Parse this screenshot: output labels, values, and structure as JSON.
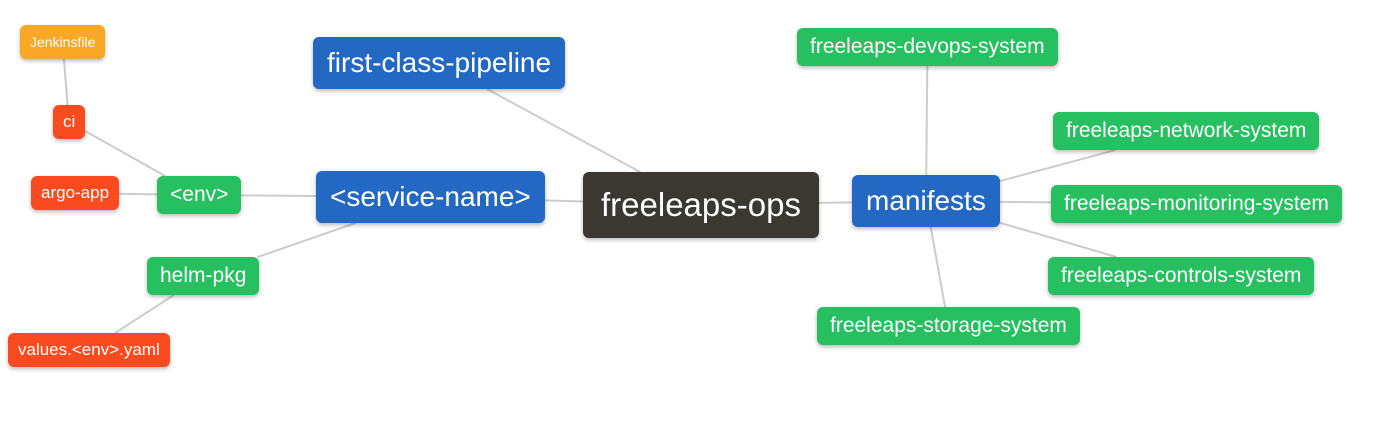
{
  "palette": {
    "background": "#FFFFFF",
    "edge": "#CCCCCC",
    "node_text": "#FFFFFF",
    "root_bg": "#3B3733",
    "level2_bg": "#2368C2",
    "level3_bg": "#27C061",
    "level4_bg": "#F94B1F",
    "level5_bg": "#F9A826"
  },
  "nodes": [
    {
      "id": "freeleaps-ops",
      "label": "freeleaps-ops",
      "level": 1
    },
    {
      "id": "first-class-pipeline",
      "label": "first-class-pipeline",
      "level": 2
    },
    {
      "id": "service-name",
      "label": "<service-name>",
      "level": 2
    },
    {
      "id": "manifests",
      "label": "manifests",
      "level": 2
    },
    {
      "id": "env",
      "label": "<env>",
      "level": 3
    },
    {
      "id": "helm-pkg",
      "label": "helm-pkg",
      "level": 3
    },
    {
      "id": "ci",
      "label": "ci",
      "level": 4
    },
    {
      "id": "argo-app",
      "label": "argo-app",
      "level": 4
    },
    {
      "id": "jenkinsfile",
      "label": "Jenkinsfile",
      "level": 5
    },
    {
      "id": "values-env-yaml",
      "label": "values.<env>.yaml",
      "level": 4
    },
    {
      "id": "freeleaps-devops-system",
      "label": "freeleaps-devops-system",
      "level": 3
    },
    {
      "id": "freeleaps-network-system",
      "label": "freeleaps-network-system",
      "level": 3
    },
    {
      "id": "freeleaps-monitoring-system",
      "label": "freeleaps-monitoring-system",
      "level": 3
    },
    {
      "id": "freeleaps-controls-system",
      "label": "freeleaps-controls-system",
      "level": 3
    },
    {
      "id": "freeleaps-storage-system",
      "label": "freeleaps-storage-system",
      "level": 3
    }
  ],
  "edges": [
    [
      "jenkinsfile",
      "ci"
    ],
    [
      "ci",
      "env"
    ],
    [
      "argo-app",
      "env"
    ],
    [
      "env",
      "service-name"
    ],
    [
      "helm-pkg",
      "service-name"
    ],
    [
      "values-env-yaml",
      "helm-pkg"
    ],
    [
      "service-name",
      "freeleaps-ops"
    ],
    [
      "first-class-pipeline",
      "freeleaps-ops"
    ],
    [
      "freeleaps-ops",
      "manifests"
    ],
    [
      "manifests",
      "freeleaps-devops-system"
    ],
    [
      "manifests",
      "freeleaps-network-system"
    ],
    [
      "manifests",
      "freeleaps-monitoring-system"
    ],
    [
      "manifests",
      "freeleaps-controls-system"
    ],
    [
      "manifests",
      "freeleaps-storage-system"
    ]
  ]
}
